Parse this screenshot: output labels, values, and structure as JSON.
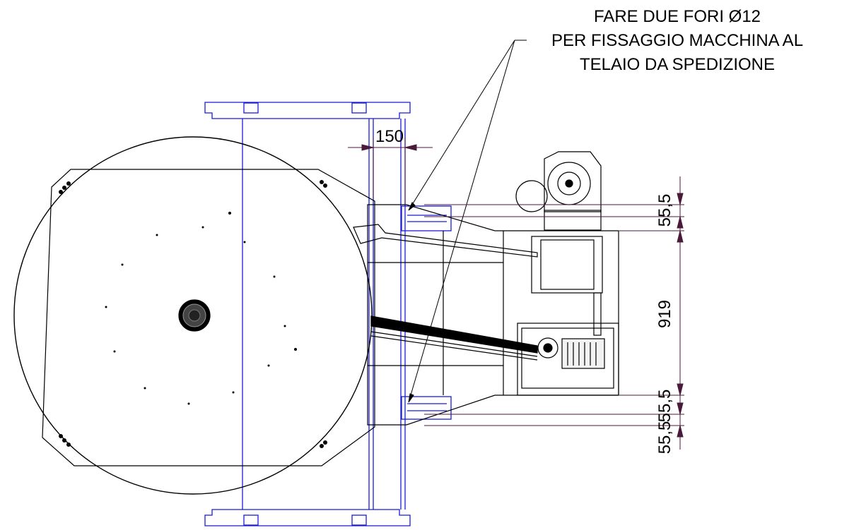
{
  "note": {
    "line1": "FARE DUE FORI Ø12",
    "line2": "PER FISSAGGIO MACCHINA AL",
    "line3": "TELAIO DA SPEDIZIONE"
  },
  "dimensions": {
    "width_top": "150",
    "offset_top": "55,5",
    "height_main": "919",
    "offset_bottom_a": "55,5",
    "offset_bottom_b": "55,5"
  },
  "colors": {
    "line": "#000000",
    "frame": "#1b1bd6",
    "dimension": "#4a1a3a",
    "background": "#ffffff"
  }
}
